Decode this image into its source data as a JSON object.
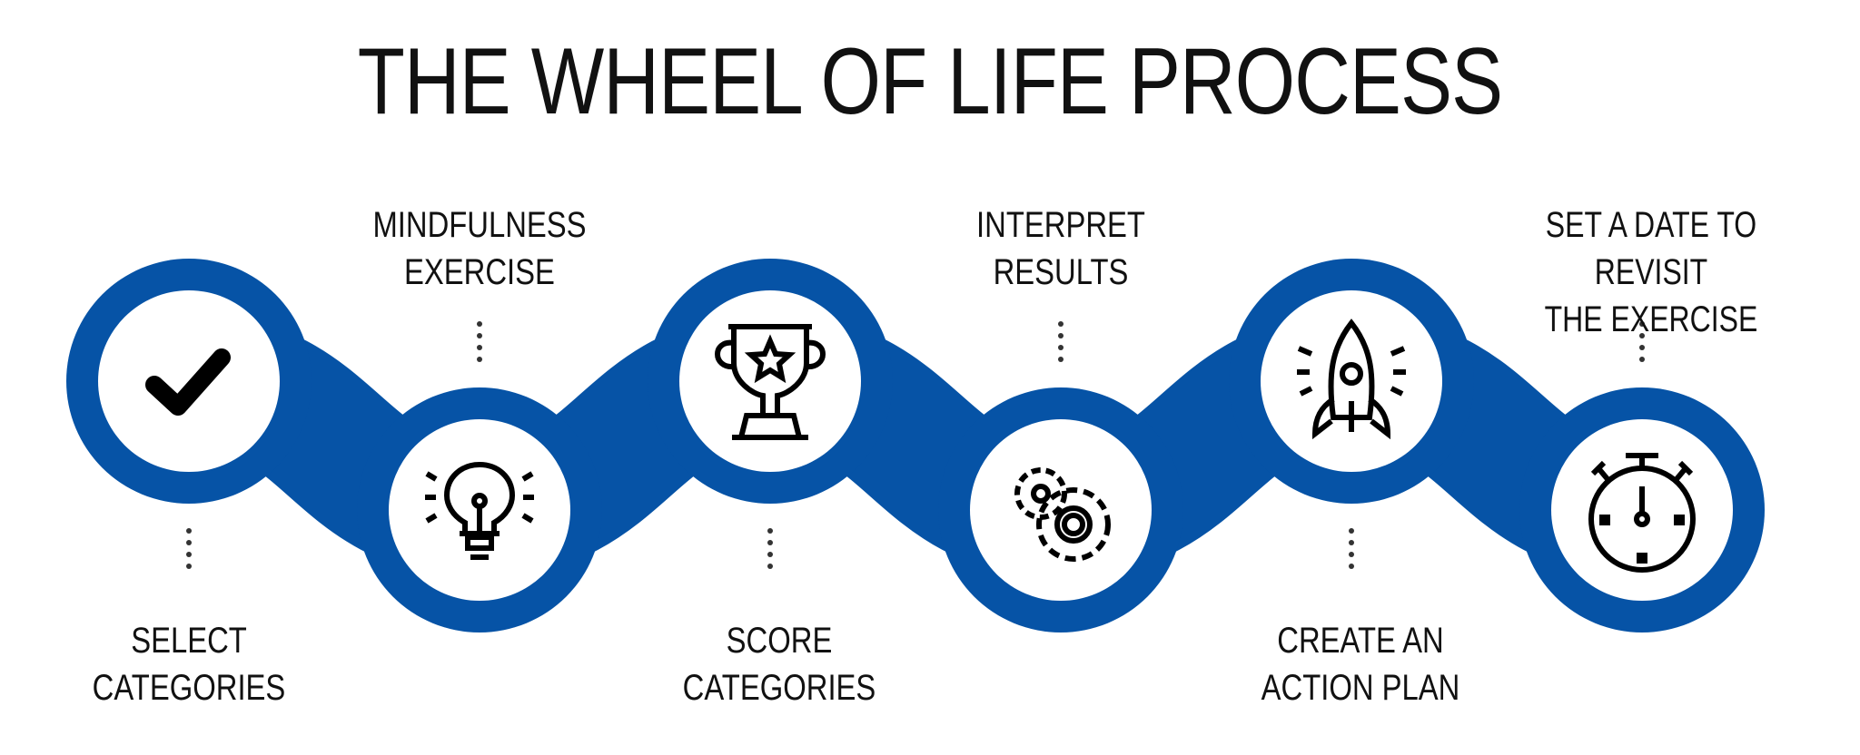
{
  "title": "THE WHEEL OF LIFE PROCESS",
  "accent_color": "#0653A6",
  "steps": [
    {
      "icon": "checkmark-icon",
      "position": "up",
      "label_side": "below",
      "lines": [
        "SELECT",
        "CATEGORIES"
      ]
    },
    {
      "icon": "lightbulb-icon",
      "position": "down",
      "label_side": "above",
      "lines": [
        "MINDFULNESS",
        "EXERCISE"
      ]
    },
    {
      "icon": "trophy-icon",
      "position": "up",
      "label_side": "below",
      "lines": [
        "SCORE",
        "CATEGORIES"
      ]
    },
    {
      "icon": "gears-icon",
      "position": "down",
      "label_side": "above",
      "lines": [
        "INTERPRET",
        "RESULTS"
      ]
    },
    {
      "icon": "rocket-icon",
      "position": "up",
      "label_side": "below",
      "lines": [
        "CREATE AN",
        "ACTION PLAN"
      ]
    },
    {
      "icon": "stopwatch-icon",
      "position": "down",
      "label_side": "above",
      "lines": [
        "SET A DATE TO REVISIT",
        "THE EXERCISE"
      ]
    }
  ]
}
